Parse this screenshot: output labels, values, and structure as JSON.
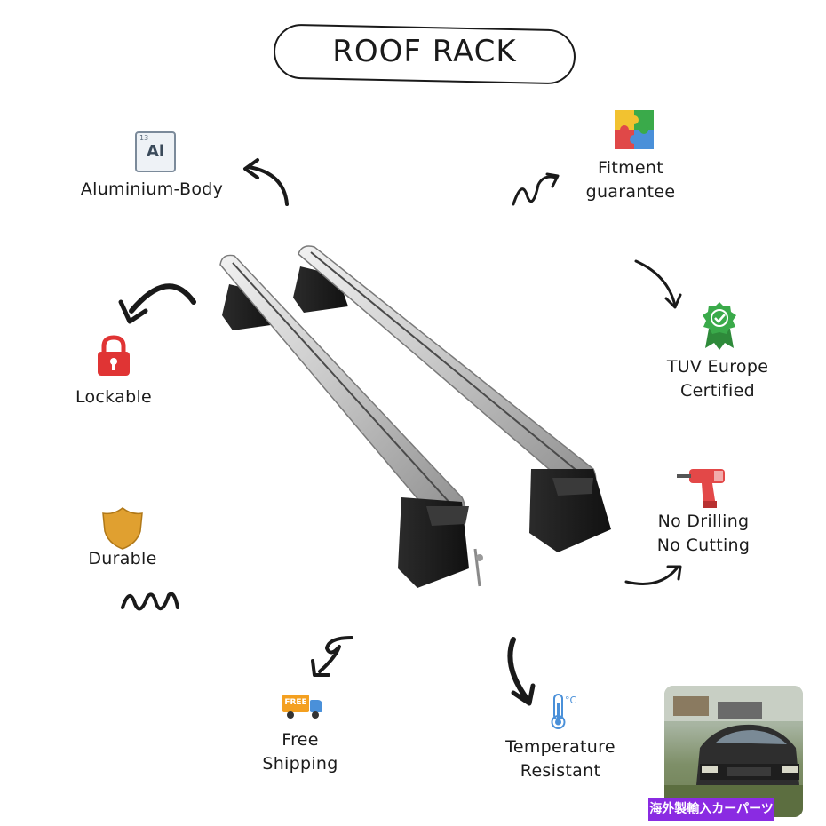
{
  "title": "ROOF RACK",
  "features": {
    "aluminium": {
      "label": "Aluminium-Body",
      "icon": "aluminium-element-icon",
      "element_symbol": "Al",
      "element_number": "13"
    },
    "fitment": {
      "line1": "Fitment",
      "line2": "guarantee",
      "icon": "puzzle-icon"
    },
    "lockable": {
      "label": "Lockable",
      "icon": "padlock-icon"
    },
    "tuv": {
      "line1": "TUV Europe",
      "line2": "Certified",
      "icon": "certified-badge-icon"
    },
    "durable": {
      "label": "Durable",
      "icon": "shield-icon"
    },
    "no_drilling": {
      "line1": "No Drilling",
      "line2": "No Cutting",
      "icon": "drill-icon"
    },
    "shipping": {
      "line1": "Free",
      "line2": "Shipping",
      "icon": "delivery-truck-icon",
      "truck_text": "FREE"
    },
    "temperature": {
      "line1": "Temperature",
      "line2": "Resistant",
      "icon": "thermometer-icon",
      "unit": "°C"
    }
  },
  "thumbnail": {
    "banner": "海外製輸入カーパーツ",
    "banner_color": "#8a2be2"
  },
  "colors": {
    "ink": "#1a1a1a",
    "lock_red": "#e03434",
    "shield_gold": "#e0a030",
    "badge_green": "#3aaa4a",
    "drill_red": "#e34848",
    "truck_orange": "#f4a020",
    "thermo_blue": "#4a90d9"
  }
}
